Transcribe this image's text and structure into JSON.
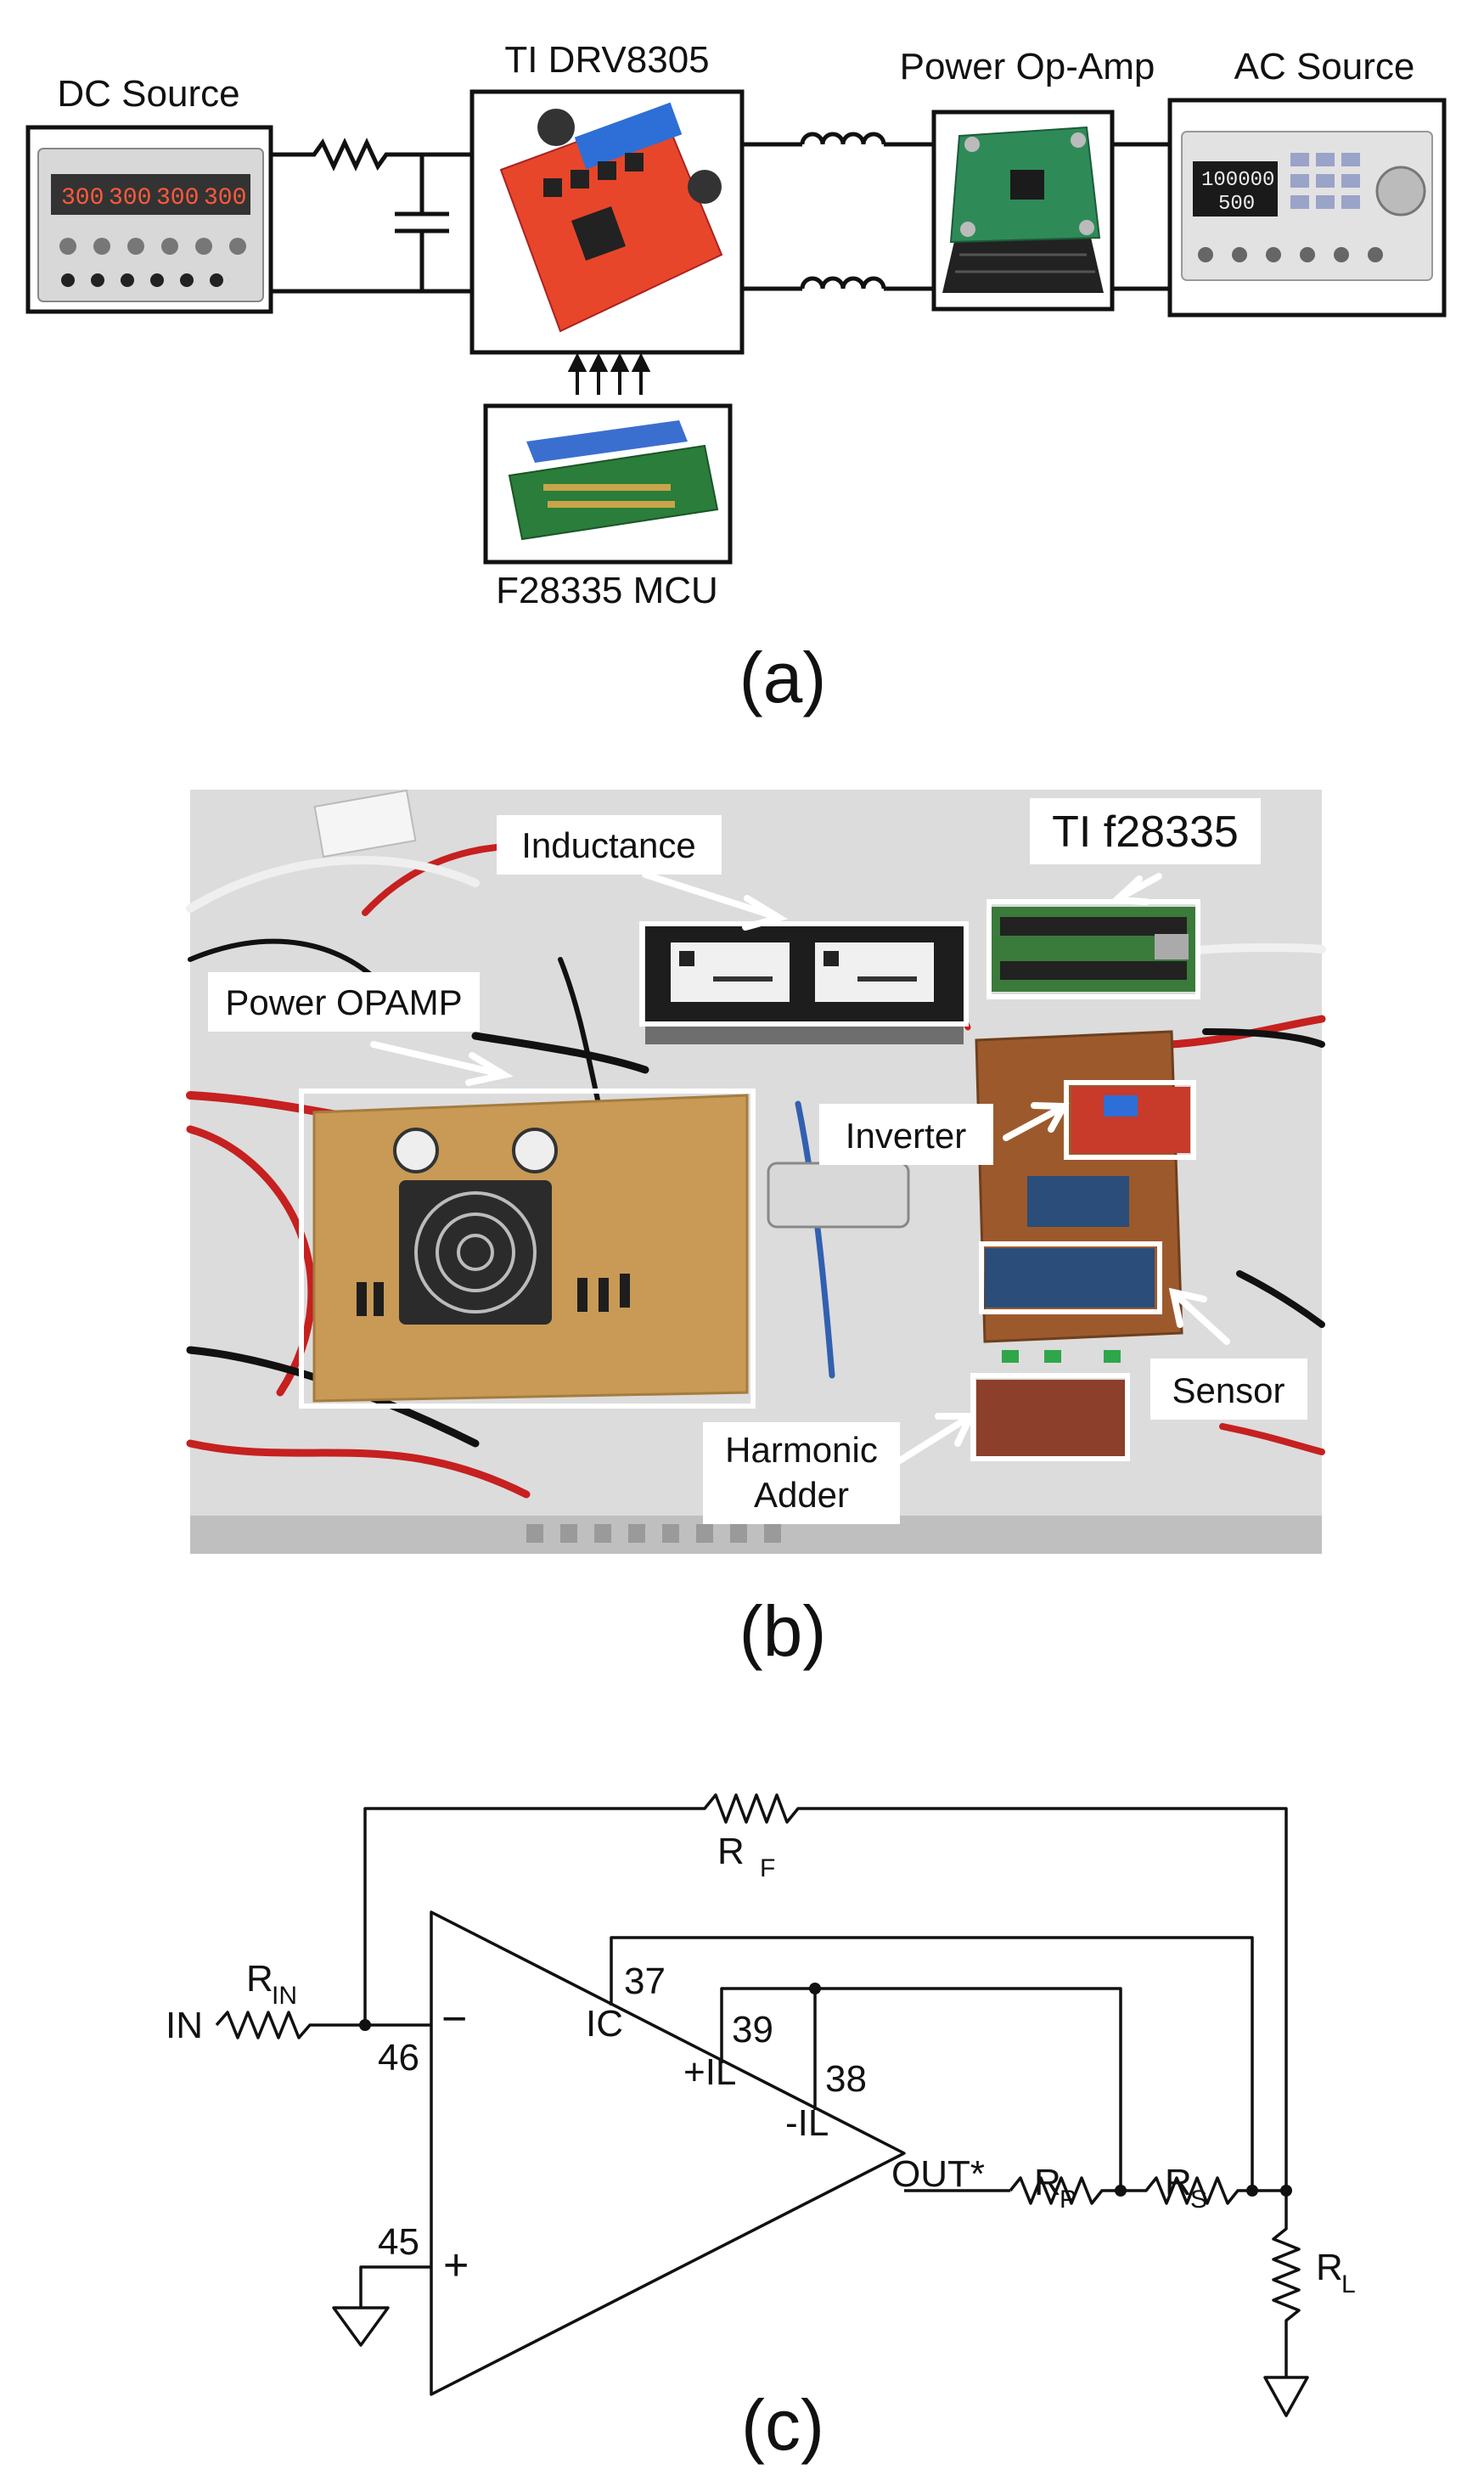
{
  "panel_a": {
    "caption": "(a)",
    "dc_source": "DC Source",
    "driver": "TI DRV8305",
    "power_opamp": "Power Op-Amp",
    "ac_source": "AC Source",
    "mcu": "F28335 MCU",
    "psu_display": [
      "300",
      "300",
      "300",
      "300"
    ],
    "gen_display": [
      "100000",
      "500"
    ]
  },
  "panel_b": {
    "caption": "(b)",
    "labels": {
      "inductance": "Inductance",
      "ti": "TI f28335",
      "power_opamp": "Power OPAMP",
      "inverter": "Inverter",
      "sensor": "Sensor",
      "harmonic_line1": "Harmonic",
      "harmonic_line2": "Adder"
    }
  },
  "panel_c": {
    "caption": "(c)",
    "in": "IN",
    "rin_main": "R",
    "rin_sub": "IN",
    "rf_main": "R",
    "rf_sub": "F",
    "pin46": "46",
    "pin45": "45",
    "pin37": "37",
    "pin39": "39",
    "pin38": "38",
    "ic": "IC",
    "pil": "+IL",
    "nil": "-IL",
    "out": "OUT*",
    "rp_main": "R",
    "rp_sub": "P",
    "rs_main": "R",
    "rs_sub": "S",
    "rl_main": "R",
    "rl_sub": "L",
    "minus": "−",
    "plus": "+"
  },
  "colors": {
    "wire": "#111111",
    "driver_board": "#e8462a",
    "opamp_board": "#2e8b57",
    "proto_board": "#c89a55",
    "inverter_board": "#c83a2a",
    "sensor_board": "#2a4d7a"
  }
}
